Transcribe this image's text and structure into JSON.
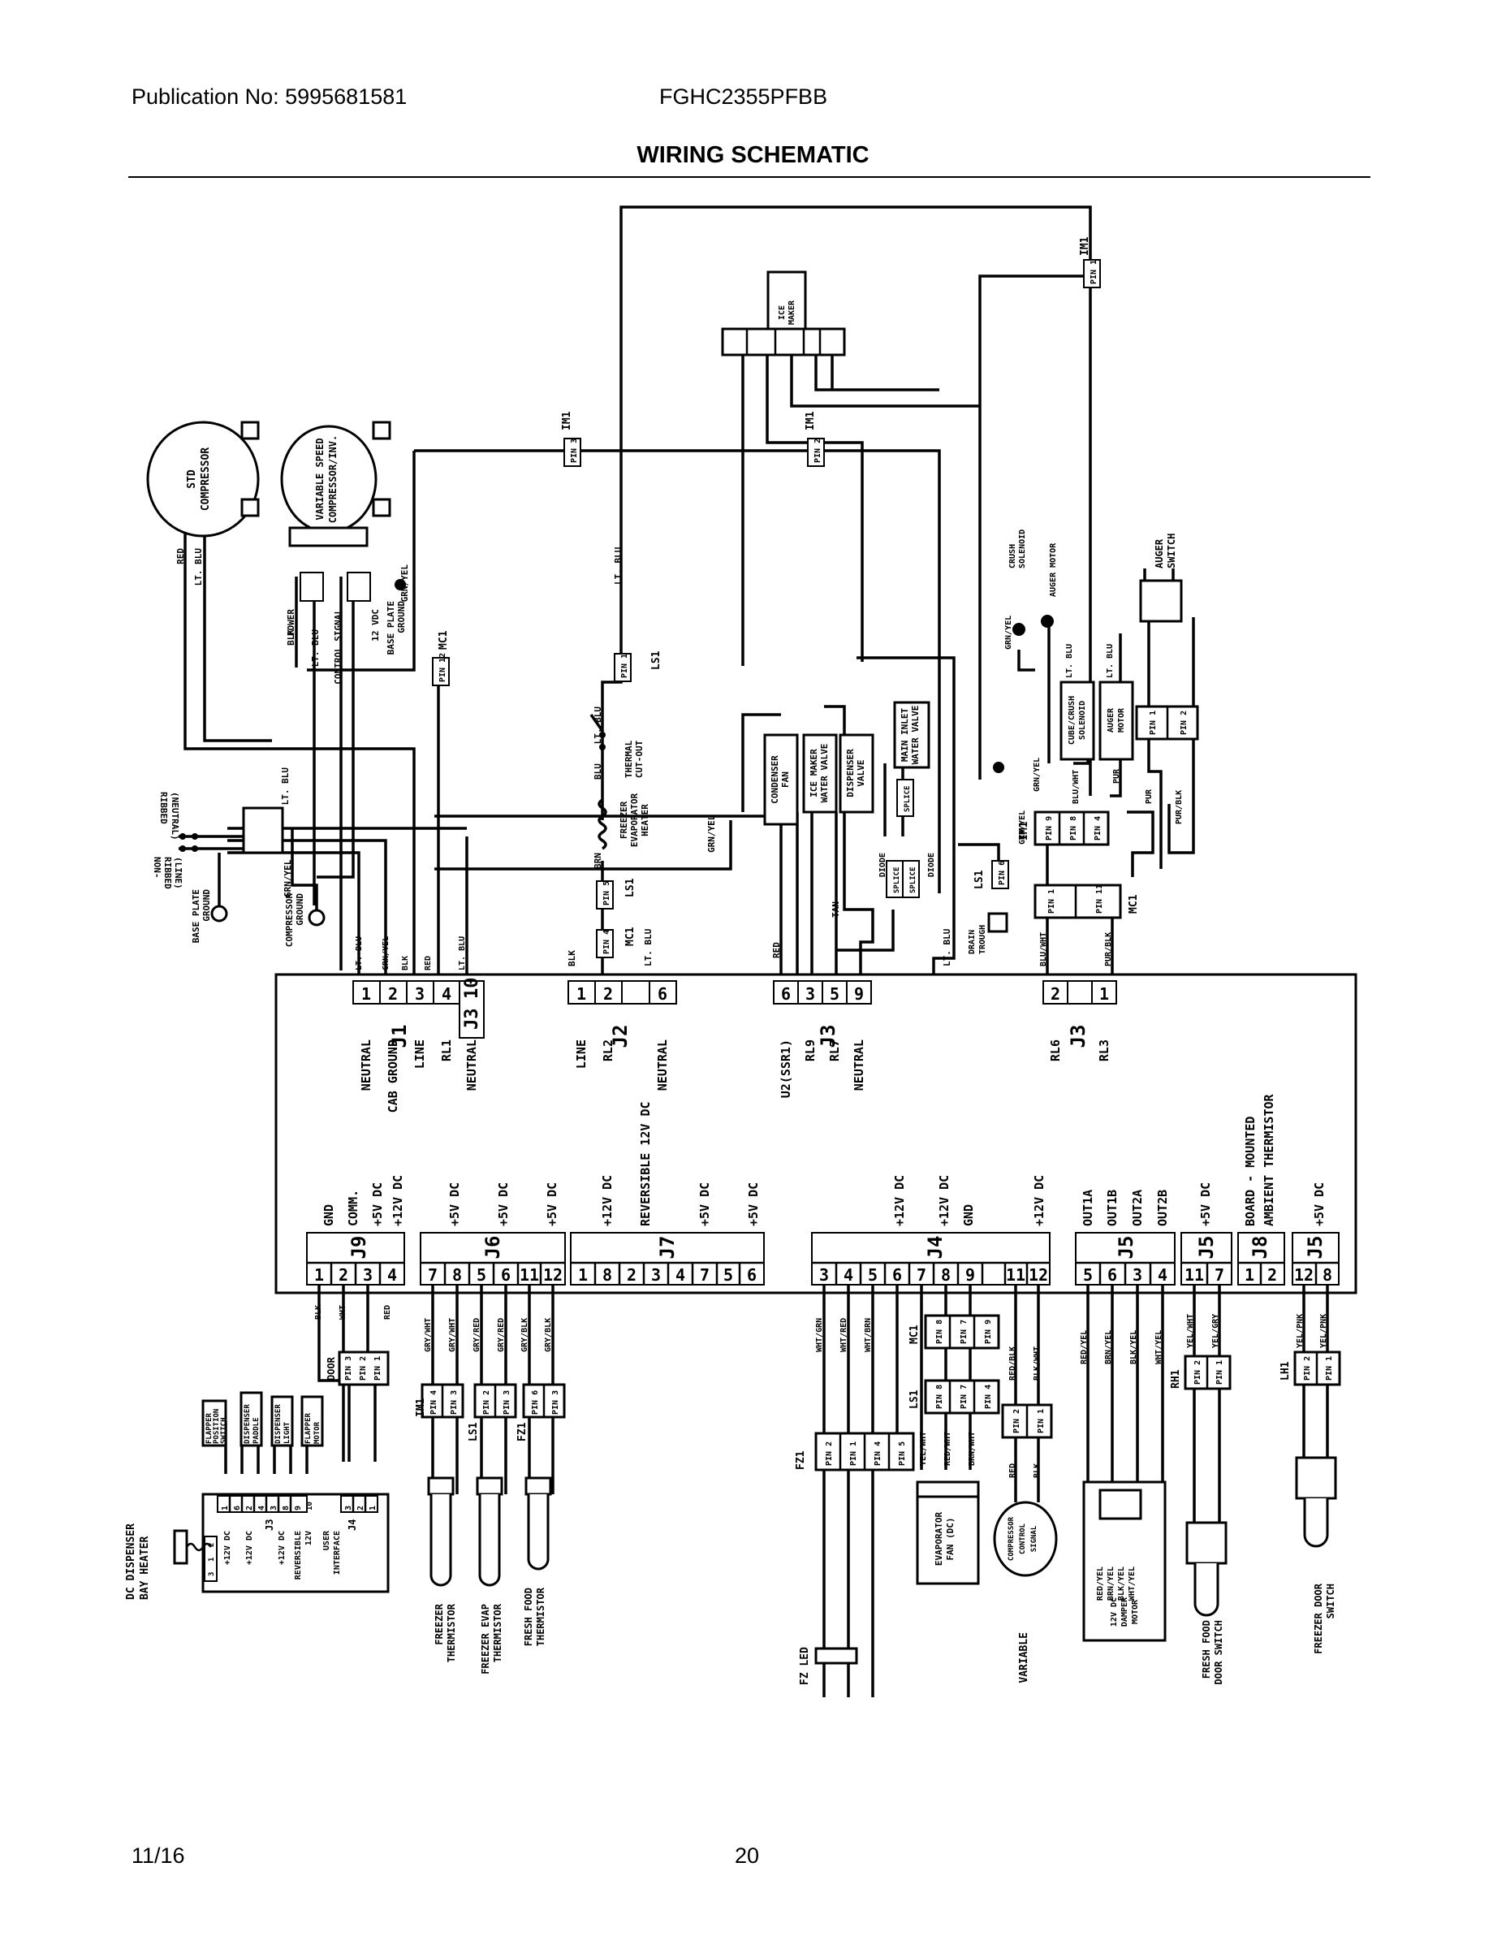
{
  "header": {
    "publication": "Publication No: 5995681581",
    "model": "FGHC2355PFBB",
    "title": "WIRING SCHEMATIC"
  },
  "footer": {
    "date": "11/16",
    "page": "20"
  },
  "components": {
    "std_compressor": [
      "STD",
      "COMPRESSOR"
    ],
    "vs_compressor": [
      "VARIABLE SPEED",
      "COMPRESSOR/INV."
    ],
    "ice_maker": [
      "ICE",
      "MAKER"
    ],
    "condenser_fan": [
      "CONDENSER",
      "FAN"
    ],
    "ice_maker_valve": [
      "ICE MAKER",
      "WATER VALVE"
    ],
    "dispenser_valve": [
      "DISPENSER",
      "VALVE"
    ],
    "main_inlet_valve": [
      "MAIN INLET",
      "WATER VALVE"
    ],
    "cube_crush": [
      "CUBE/CRUSH",
      "SOLENOID"
    ],
    "auger_motor": [
      "AUGER",
      "MOTOR"
    ],
    "auger_switch": [
      "AUGER",
      "SWITCH"
    ],
    "crush_solenoid": [
      "CRUSH",
      "SOLENOID"
    ],
    "auger_motor_lbl": "AUGER MOTOR",
    "thermal_cutout": [
      "THERMAL",
      "CUT-OUT"
    ],
    "evap_heater": [
      "FREEZER",
      "EVAPORATOR",
      "HEATER"
    ],
    "power": "POWER",
    "control_signal": "CONTROL SIGNAL",
    "vdc12": "12 VDC",
    "base_plate_ground": [
      "BASE PLATE",
      "GROUND"
    ],
    "compressor_ground": [
      "COMPRESSOR",
      "GROUND"
    ],
    "ribbed": [
      "RIBBED",
      "(NEUTRAL)"
    ],
    "non_ribbed": [
      "NON-",
      "RIBBED",
      "(LINE)"
    ],
    "drain_trough": [
      "DRAIN",
      "TROUGH"
    ],
    "diode": "DIODE",
    "splice": "SPLICE",
    "door": "DOOR",
    "freezer_thermistor": [
      "FREEZER",
      "THERMISTOR"
    ],
    "freezer_evap_thermistor": [
      "FREEZER EVAP",
      "THERMISTOR"
    ],
    "fresh_food_thermistor": [
      "FRESH FOOD",
      "THERMISTOR"
    ],
    "fz_led": "FZ LED",
    "evap_fan": [
      "EVAPORATOR",
      "FAN (DC)"
    ],
    "comp_control": [
      "COMPRESSOR",
      "CONTROL",
      "SIGNAL"
    ],
    "variable": "VARIABLE",
    "damper_motor": [
      "12V DC",
      "DAMPER",
      "MOTOR"
    ],
    "damper_colors": [
      "RED/YEL",
      "BRN/YEL",
      "BLK/YEL",
      "WHT/YEL"
    ],
    "ff_door_switch": [
      "FRESH FOOD",
      "DOOR SWITCH"
    ],
    "fz_door_switch": [
      "FREEZER DOOR",
      "SWITCH"
    ],
    "dispenser_heater": [
      "DC DISPENSER",
      "BAY HEATER"
    ],
    "ui_modules": [
      [
        "FLAPPER",
        "POSITION",
        "SWITCH"
      ],
      [
        "DISPENSER",
        "PADDLE"
      ],
      [
        "DISPENSER",
        "LIGHT"
      ],
      [
        "FLAPPER",
        "MOTOR"
      ]
    ],
    "ui_labels": [
      "+12V DC",
      "+12V DC",
      "+12V DC",
      "REVERSIBLE",
      "12V",
      "USER",
      "INTERFACE"
    ],
    "ui_j3": "J3",
    "ui_j4": "J4",
    "ui_j3_pins": [
      "1",
      "6",
      "2",
      "4",
      "3",
      "8",
      "9",
      "10"
    ],
    "ui_j4_pins": [
      "3",
      "2",
      "1"
    ],
    "ui_heater_pins": [
      "2",
      "1",
      "3"
    ]
  },
  "connectors": {
    "ls1": "LS1",
    "mc1": "MC1",
    "im1": "IM1",
    "fz1": "FZ1",
    "rh1": "RH1",
    "lh1": "LH1",
    "pin1": "PIN 1",
    "pin2": "PIN 2",
    "pin3": "PIN 3",
    "pin4": "PIN 4",
    "pin5": "PIN 5",
    "pin6": "PIN 6",
    "pin7": "PIN 7",
    "pin8": "PIN 8",
    "pin9": "PIN 9",
    "pin11": "PIN 11",
    "pin12": "PIN 12"
  },
  "wires": {
    "red": "RED",
    "lt_blu": "LT. BLU",
    "blk": "BLK",
    "grn_yel": "GRN/YEL",
    "brn": "BRN",
    "blu": "BLU",
    "blu_wht": "BLU/WHT",
    "pur": "PUR",
    "pur_blk": "PUR/BLK",
    "tan": "TAN",
    "wht": "WHT",
    "gry_wht": "GRY/WHT",
    "gry_red": "GRY/RED",
    "gry_blk": "GRY/BLK",
    "wht_grn": "WHT/GRN",
    "wht_red": "WHT/RED",
    "wht_brn": "WHT/BRN",
    "red_blk": "RED/BLK",
    "blk_wht": "BLK/WHT",
    "yel_wht": "YEL/WHT",
    "red_wht": "RED/WHT",
    "brn_wht": "BRN/WHT",
    "red_yel": "RED/YEL",
    "brn_yel": "BRN/YEL",
    "blk_yel": "BLK/YEL",
    "wht_yel": "WHT/YEL",
    "yel_gry": "YEL/GRY",
    "yel_pnk": "YEL/PNK"
  },
  "board": {
    "top_groups": [
      {
        "id": "J1",
        "pins": [
          "1",
          "2",
          "3",
          "4"
        ],
        "labels": [
          "NEUTRAL",
          "CAB GROUND",
          "LINE",
          "RL1"
        ]
      },
      {
        "id": "J3",
        "pins": [
          "10"
        ],
        "labels": [
          "NEUTRAL"
        ]
      },
      {
        "id": "J2",
        "pins": [
          "1",
          "2",
          "6"
        ],
        "labels": [
          "LINE",
          "RL2",
          "NEUTRAL"
        ]
      },
      {
        "id": "J3",
        "pins": [
          "6",
          "3",
          "5",
          "9"
        ],
        "labels": [
          "U2(SSR1)",
          "RL9",
          "RL7",
          "NEUTRAL"
        ]
      },
      {
        "id": "J3",
        "pins": [
          "2",
          "1"
        ],
        "labels": [
          "RL6",
          "RL3"
        ]
      }
    ],
    "bottom_groups": [
      {
        "id": "J9",
        "pins": [
          "1",
          "2",
          "3",
          "4"
        ],
        "labels": [
          "GND",
          "COMM.",
          "+5V DC",
          "+12V DC"
        ]
      },
      {
        "id": "J6",
        "pins": [
          "7",
          "8",
          "5",
          "6",
          "11",
          "12"
        ],
        "labels": [
          "+5V DC",
          "+5V DC",
          "+5V DC"
        ]
      },
      {
        "id": "J7",
        "pins": [
          "1",
          "8",
          "2",
          "3",
          "4",
          "7",
          "5",
          "6"
        ],
        "labels": [
          "+12V DC",
          "REVERSIBLE 12V DC",
          "+5V DC",
          "+5V DC"
        ]
      },
      {
        "id": "J4",
        "pins": [
          "3",
          "4",
          "5",
          "6",
          "7",
          "8",
          "9",
          "11",
          "12"
        ],
        "labels": [
          "+12V DC",
          "+12V DC",
          "GND",
          "+12V DC"
        ]
      },
      {
        "id": "J5",
        "pins": [
          "5",
          "6",
          "3",
          "4"
        ],
        "labels": [
          "OUT1A",
          "OUT1B",
          "OUT2A",
          "OUT2B"
        ]
      },
      {
        "id": "J5",
        "pins": [
          "11",
          "7"
        ],
        "labels": [
          "+5V DC"
        ]
      },
      {
        "id": "J8",
        "pins": [
          "1",
          "2"
        ],
        "labels": [
          "BOARD - MOUNTED",
          "AMBIENT THERMISTOR"
        ]
      },
      {
        "id": "J5",
        "pins": [
          "12",
          "8"
        ],
        "labels": [
          "+5V DC"
        ]
      }
    ]
  }
}
